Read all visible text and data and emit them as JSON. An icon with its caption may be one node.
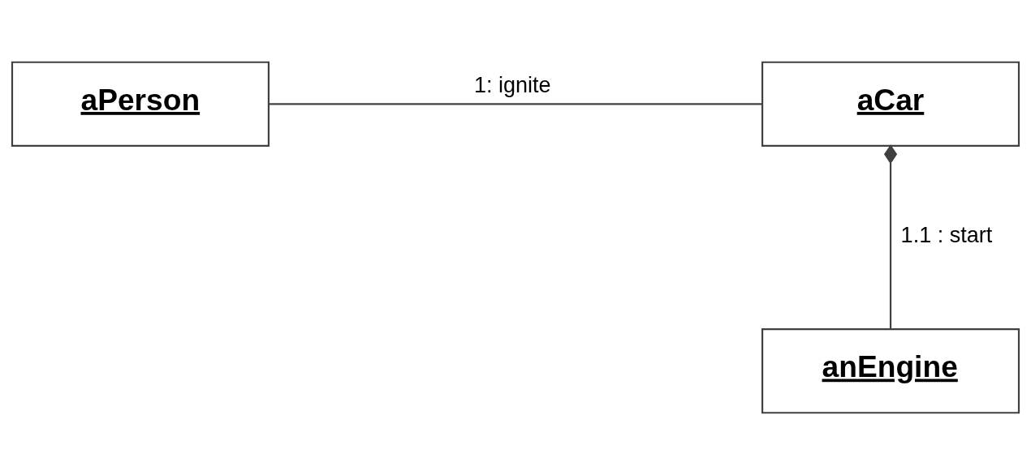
{
  "diagram": {
    "nodes": [
      {
        "text": [
          "aPerson"
        ]
      },
      {
        "text": [
          "aCar"
        ]
      },
      {
        "text": [
          "anEngine"
        ]
      }
    ],
    "edges": [
      {
        "from": 0,
        "to": 1,
        "arrow": "none",
        "label": "1: ignite"
      },
      {
        "from": 1,
        "to": 2,
        "arrow": "other",
        "label": "1.1 : start"
      }
    ]
  }
}
